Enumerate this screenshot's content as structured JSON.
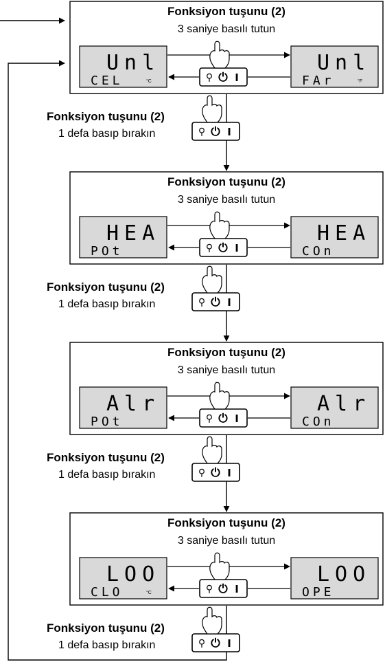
{
  "steps": [
    {
      "title": "Fonksiyon tuşunu (2)",
      "instruction": "3 saniye basılı tutun",
      "left_display": {
        "top": "Unl",
        "bottom": "CEL",
        "unit": "°C"
      },
      "right_display": {
        "top": "Unl",
        "bottom": "FAr",
        "unit": "°F"
      }
    },
    {
      "title": "Fonksiyon tuşunu (2)",
      "instruction": "3 saniye basılı tutun",
      "left_display": {
        "top": "HEA",
        "bottom": "POt"
      },
      "right_display": {
        "top": "HEA",
        "bottom": "COn"
      }
    },
    {
      "title": "Fonksiyon tuşunu (2)",
      "instruction": "3 saniye basılı tutun",
      "left_display": {
        "top": "Alr",
        "bottom": "POt"
      },
      "right_display": {
        "top": "Alr",
        "bottom": "COn"
      }
    },
    {
      "title": "Fonksiyon tuşunu (2)",
      "instruction": "3 saniye basılı tutun",
      "left_display": {
        "top": "LOO",
        "bottom": "CLO",
        "unit": "°C"
      },
      "right_display": {
        "top": "LOO",
        "bottom": "OPE"
      }
    }
  ],
  "transitions": [
    {
      "title": "Fonksiyon tuşunu (2)",
      "instruction": "1 defa basıp bırakın"
    },
    {
      "title": "Fonksiyon tuşunu (2)",
      "instruction": "1 defa basıp bırakın"
    },
    {
      "title": "Fonksiyon tuşunu (2)",
      "instruction": "1 defa basıp bırakın"
    },
    {
      "title": "Fonksiyon tuşunu (2)",
      "instruction": "1 defa basıp bırakın"
    }
  ],
  "key_symbols": {
    "wrench": "⚲",
    "power": "⏻",
    "bar": "I"
  },
  "colors": {
    "line": "#000000",
    "display_bg": "#d9d9d9",
    "panel_bg": "#ffffff"
  }
}
